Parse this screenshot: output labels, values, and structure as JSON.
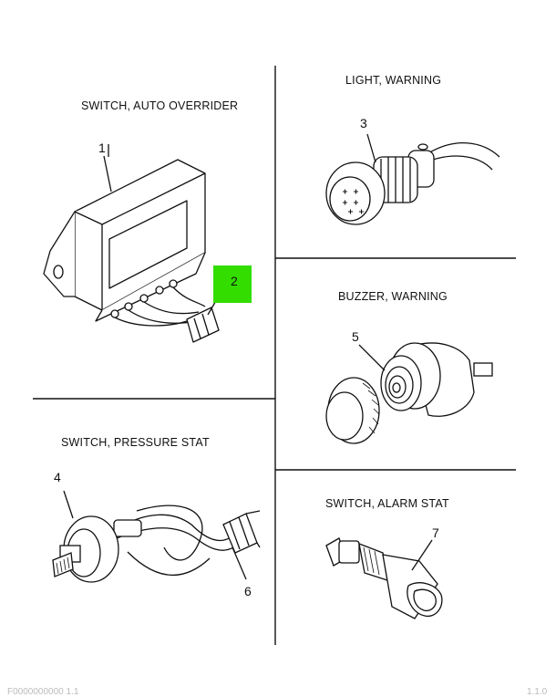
{
  "panels": [
    {
      "title": "SWITCH, AUTO OVERRIDER",
      "callouts": [
        "1",
        "2"
      ]
    },
    {
      "title": "LIGHT, WARNING",
      "callouts": [
        "3"
      ]
    },
    {
      "title": "BUZZER, WARNING",
      "callouts": [
        "5"
      ]
    },
    {
      "title": "SWITCH, PRESSURE STAT",
      "callouts": [
        "4",
        "6"
      ]
    },
    {
      "title": "SWITCH, ALARM STAT",
      "callouts": [
        "7"
      ]
    }
  ],
  "highlight_color": "#33dd00",
  "footer": {
    "left": "F0000000000 1.1",
    "right": "1.1.0"
  }
}
